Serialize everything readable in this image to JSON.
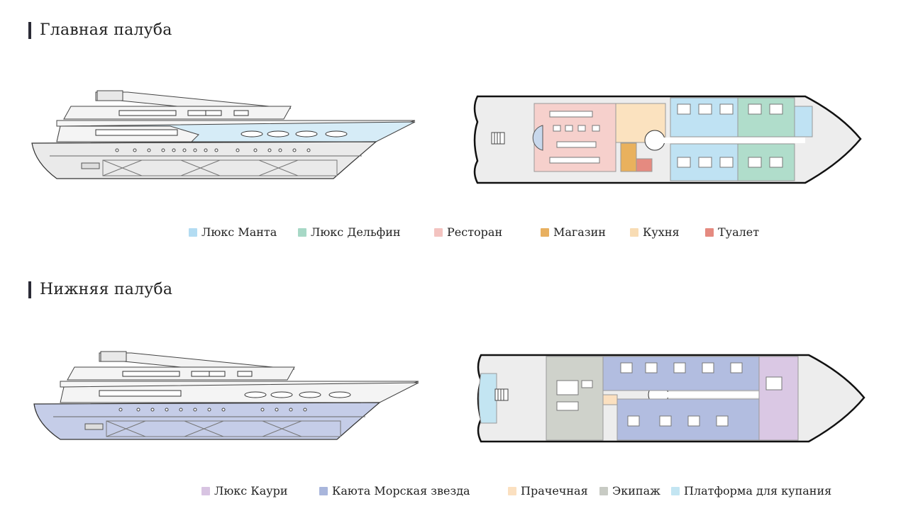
{
  "sections": {
    "main": {
      "title": "Главная палуба",
      "legend": [
        {
          "label": "Люкс Манта",
          "color": "#b3dcf2"
        },
        {
          "label": "Люкс Дельфин",
          "color": "#a7d8c6"
        },
        {
          "label": "Ресторан",
          "color": "#f3c3c0"
        },
        {
          "label": "Магазин",
          "color": "#e8b060"
        },
        {
          "label": "Кухня",
          "color": "#f8dcb4"
        },
        {
          "label": "Туалет",
          "color": "#e58a80"
        }
      ]
    },
    "lower": {
      "title": "Нижняя палуба",
      "legend": [
        {
          "label": "Люкс Каури",
          "color": "#d8c4e2"
        },
        {
          "label": "Каюта Морская звезда",
          "color": "#a9b6dc"
        },
        {
          "label": "Прачечная",
          "color": "#fbe0c0"
        },
        {
          "label": "Экипаж",
          "color": "#c8cbc4"
        },
        {
          "label": "Платформа для купания",
          "color": "#c3e5f2"
        }
      ]
    }
  },
  "icons": {
    "swatch": "square-swatch"
  }
}
